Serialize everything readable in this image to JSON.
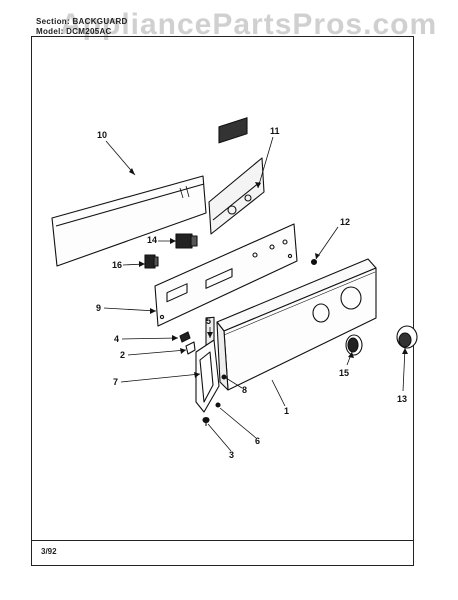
{
  "watermark": "AppliancePartsPros.com",
  "header": {
    "section_line": "Section: BACKGUARD",
    "model_line": "Model: DCM205AC"
  },
  "footer": {
    "code": "3/92"
  },
  "callouts": [
    "10",
    "11",
    "12",
    "14",
    "16",
    "9",
    "5",
    "4",
    "2",
    "7",
    "15",
    "13",
    "8",
    "1",
    "6",
    "3"
  ]
}
